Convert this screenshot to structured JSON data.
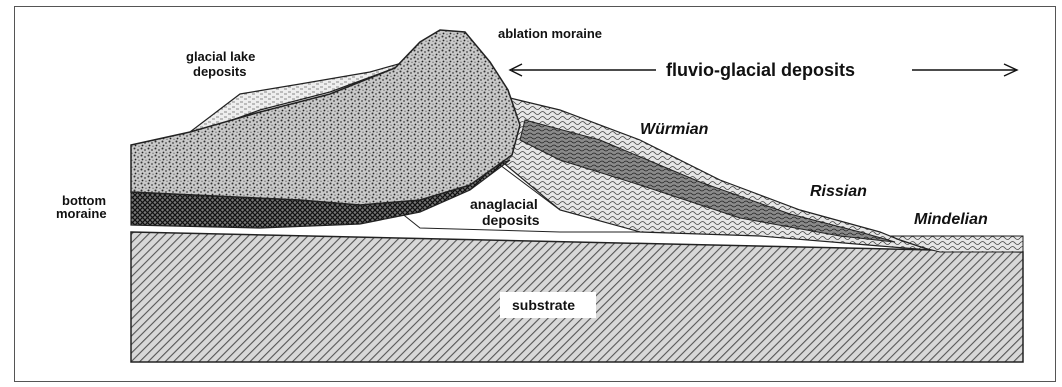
{
  "labels": {
    "ablation_moraine": "ablation moraine",
    "glacial_lake_line1": "glacial lake",
    "glacial_lake_line2": "deposits",
    "fluvio_glacial": "fluvio-glacial deposits",
    "wurmian": "Würmian",
    "rissian": "Rissian",
    "mindelian": "Mindelian",
    "bottom_moraine_line1": "bottom",
    "bottom_moraine_line2": "moraine",
    "anaglacial_line1": "anaglacial",
    "anaglacial_line2": "deposits",
    "substrate": "substrate"
  }
}
